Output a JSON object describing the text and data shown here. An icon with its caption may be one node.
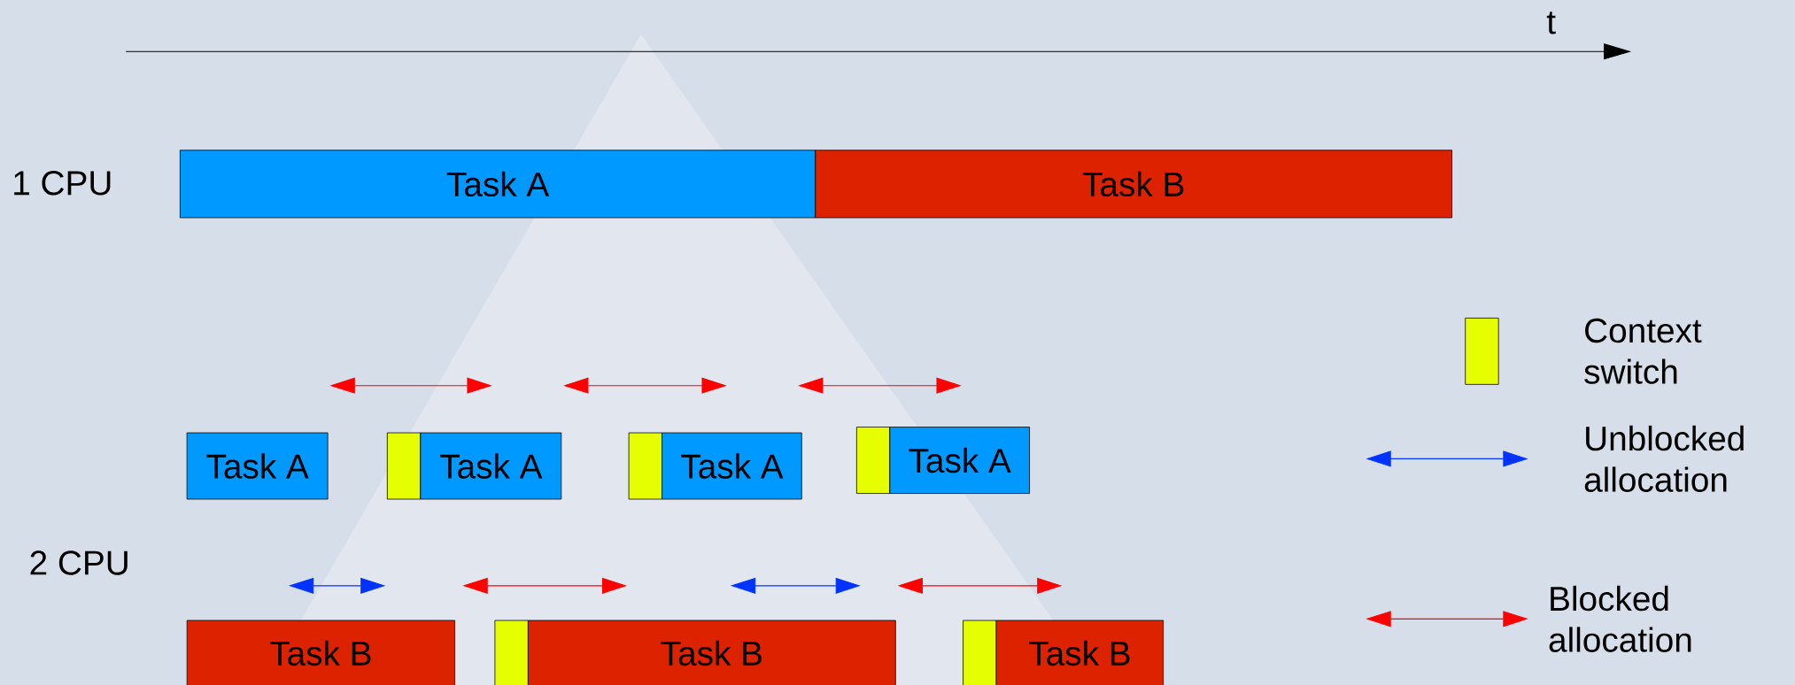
{
  "diagram": {
    "nodes": [
      {
        "text": [
          "Task A"
        ]
      },
      {
        "text": [
          "Task B"
        ]
      },
      {
        "text": [
          "Task A"
        ]
      },
      {
        "text": [],
        "shape": "box"
      },
      {
        "text": [
          "Task A"
        ]
      },
      {
        "text": [],
        "shape": "box"
      },
      {
        "text": [
          "Task A"
        ]
      },
      {
        "text": [],
        "shape": "box"
      },
      {
        "text": [
          "Task A"
        ]
      },
      {
        "text": [
          "Task B"
        ]
      },
      {
        "text": [],
        "shape": "box"
      },
      {
        "text": [
          "Task B"
        ]
      },
      {
        "text": [],
        "shape": "box"
      },
      {
        "text": [
          "Task B"
        ]
      }
    ],
    "labels": [
      "t",
      "1 CPU",
      "2 CPU"
    ],
    "legend": [
      {
        "text": "Context switch",
        "color": "#e5ff00"
      },
      {
        "text": "Unblocked allocation"
      },
      {
        "text": "Blocked allocation"
      }
    ]
  }
}
